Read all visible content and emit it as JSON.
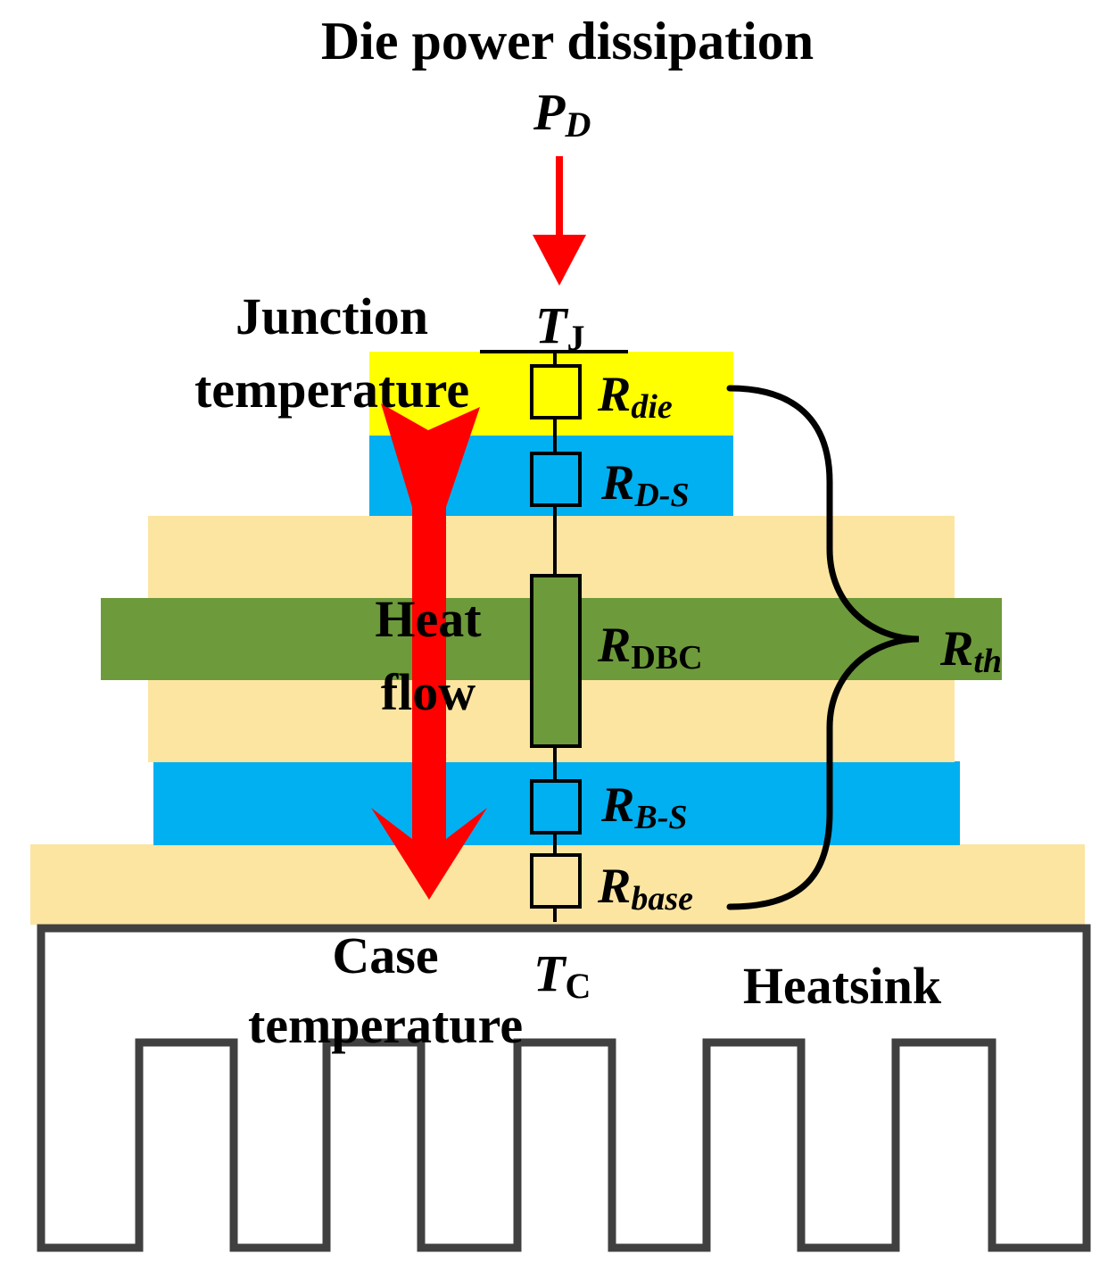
{
  "title": "Die power dissipation",
  "power_symbol": {
    "main": "P",
    "sub": "D"
  },
  "junction_label": [
    "Junction",
    "temperature"
  ],
  "case_label": [
    "Case",
    "temperature"
  ],
  "heat_flow_label": [
    "Heat",
    "flow"
  ],
  "heatsink_label": "Heatsink",
  "tj_symbol": {
    "main": "T",
    "sub": "J"
  },
  "tc_symbol": {
    "main": "T",
    "sub": "C"
  },
  "resistors": {
    "die": {
      "main": "R",
      "sub": "die"
    },
    "ds": {
      "main": "R",
      "sub": "D-S"
    },
    "dbc": {
      "main": "R",
      "sub": "DBC"
    },
    "bs": {
      "main": "R",
      "sub": "B-S"
    },
    "base": {
      "main": "R",
      "sub": "base"
    }
  },
  "rth_symbol": {
    "main": "R",
    "sub": "th"
  },
  "colors": {
    "die": "#ffff00",
    "solder": "#00b0f0",
    "copper": "#fce5a1",
    "ceramic": "#6d9a3a",
    "arrow": "#ff0000",
    "heatsink_outline": "#404040"
  }
}
